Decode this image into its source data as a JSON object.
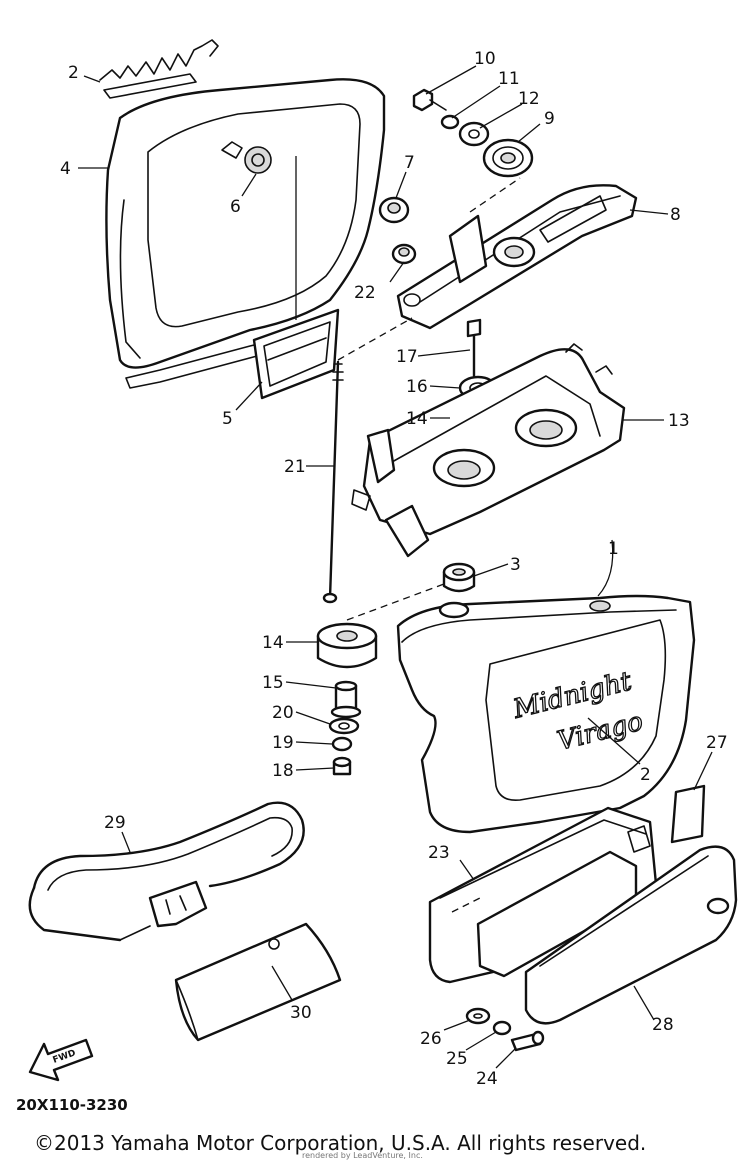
{
  "callouts": {
    "c1": "1",
    "c2_top": "2",
    "c2_cover": "2",
    "c3": "3",
    "c4": "4",
    "c5": "5",
    "c6": "6",
    "c7": "7",
    "c8": "8",
    "c9": "9",
    "c10": "10",
    "c11": "11",
    "c12": "12",
    "c13": "13",
    "c14_upper": "14",
    "c14_lower": "14",
    "c15": "15",
    "c16": "16",
    "c17": "17",
    "c18": "18",
    "c19": "19",
    "c20": "20",
    "c21": "21",
    "c22": "22",
    "c23": "23",
    "c24": "24",
    "c25": "25",
    "c26": "26",
    "c27": "27",
    "c28": "28",
    "c29": "29",
    "c30": "30"
  },
  "emblem_text": {
    "line1": "Midnight",
    "line2": "Virago"
  },
  "fwd_label": "FWD",
  "diagram_code": "20X110-3230",
  "copyright": "©2013 Yamaha Motor Corporation, U.S.A. All rights reserved.",
  "credit": "rendered by LeadVenture, Inc."
}
